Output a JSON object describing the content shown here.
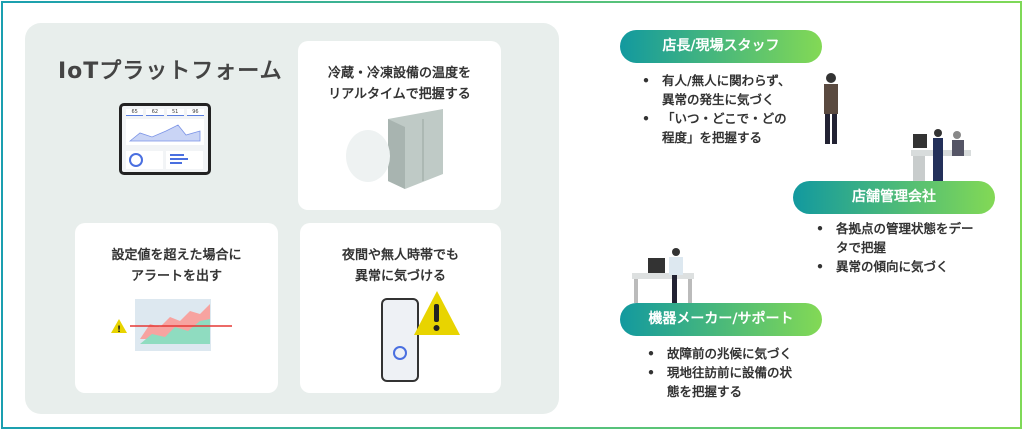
{
  "platform": {
    "title": "IoTプラットフォーム",
    "cards": [
      {
        "text_lines": [
          "冷蔵・冷凍設備の温度を",
          "リアルタイムで把握する"
        ]
      },
      {
        "text_lines": [
          "設定値を超えた場合に",
          "アラートを出す"
        ]
      },
      {
        "text_lines": [
          "夜間や無人時帯でも",
          "異常に気づける"
        ]
      }
    ],
    "dashboard_values": [
      "65",
      "62",
      "51",
      "96"
    ]
  },
  "roles": [
    {
      "label": "店長/現場スタッフ",
      "bullets": [
        "有人/無人に関わらず、異常の発生に気づく",
        "「いつ・どこで・どの程度」を把握する"
      ]
    },
    {
      "label": "店舗管理会社",
      "bullets": [
        "各拠点の管理状態をデータで把握",
        "異常の傾向に気づく"
      ]
    },
    {
      "label": "機器メーカー/サポート",
      "bullets": [
        "故障前の兆候に気づく",
        "現地往訪前に設備の状態を把握する"
      ]
    }
  ],
  "colors": {
    "gradient_start": "#12999f",
    "gradient_end": "#83d955",
    "panel": "#e8eeec",
    "warning": "#e8d400",
    "alert_line": "#e53935"
  }
}
